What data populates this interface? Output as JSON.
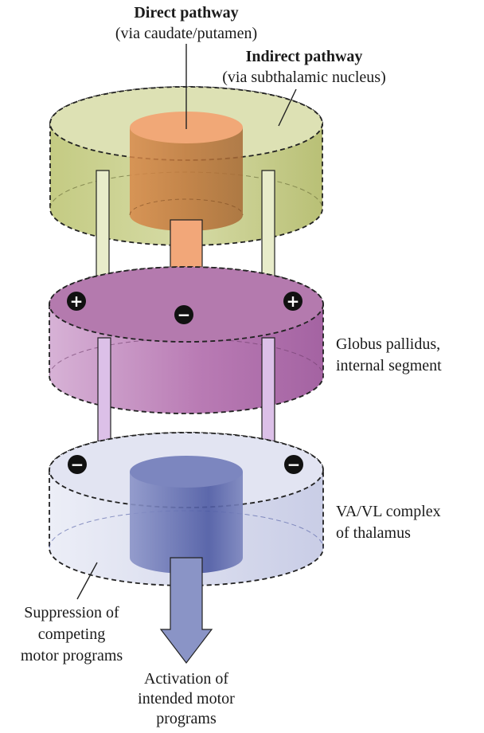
{
  "labels": {
    "direct_title": "Direct pathway",
    "direct_sub": "(via caudate/putamen)",
    "indirect_title": "Indirect pathway",
    "indirect_sub": "(via subthalamic nucleus)",
    "gp_line1": "Globus pallidus,",
    "gp_line2": "internal segment",
    "thal_line1": "VA/VL complex",
    "thal_line2": "of thalamus",
    "supp_line1": "Suppression of",
    "supp_line2": "competing",
    "supp_line3": "motor programs",
    "act_line1": "Activation of",
    "act_line2": "intended motor",
    "act_line3": "programs"
  },
  "signs": {
    "plus": "+",
    "minus": "−"
  },
  "colors": {
    "striatum_outer": "#c9cf8f",
    "striatum_inner": "#e0844a",
    "pallidus": "#b577b0",
    "thalamus_outer": "#d8dbed",
    "thalamus_inner": "#5e6aac",
    "arrow_green": "#e4e8c4",
    "arrow_orange": "#f2a779",
    "arrow_purple": "#dcc0e8",
    "arrow_blue": "#8a94c6"
  }
}
